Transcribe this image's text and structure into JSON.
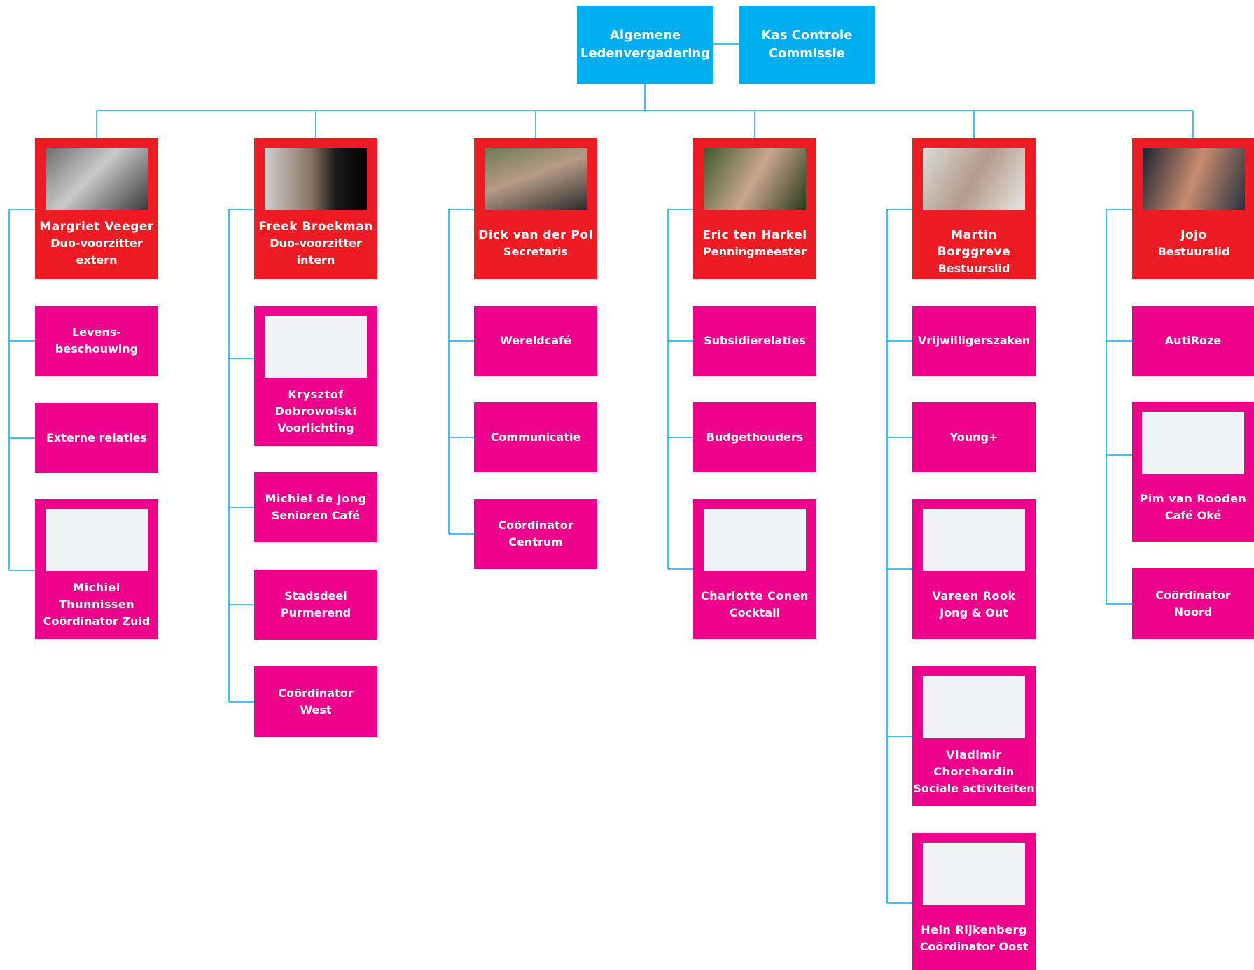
{
  "title": "organogra",
  "colors": {
    "blue": "#00aeef",
    "red": "#ed1c24",
    "pink": "#ec008c",
    "line": "#00aeef",
    "placeholder": "#f1f2f4"
  },
  "top": {
    "alv": {
      "line1": "Algemene",
      "line2": "Ledenvergadering"
    },
    "kcc": {
      "line1": "Kas Controle",
      "line2": "Commissie"
    }
  },
  "board": [
    {
      "name": "Margriet Veeger",
      "role1": "Duo-voorzitter",
      "role2": "extern"
    },
    {
      "name": "Freek Broekman",
      "role1": "Duo-voorzitter",
      "role2": "intern"
    },
    {
      "name": "Dick van der Pol",
      "role1": "Secretaris",
      "role2": ""
    },
    {
      "name": "Eric ten Harkel",
      "role1": "Penningmeester",
      "role2": ""
    },
    {
      "name": "Martin Borggreve",
      "role1": "Bestuurslid",
      "role2": ""
    },
    {
      "name": "Jojo",
      "role1": "Bestuurslid",
      "role2": ""
    }
  ],
  "col1": {
    "a": {
      "line1": "Levens-",
      "line2": "beschouwing"
    },
    "b": {
      "label": "Externe relaties"
    },
    "c": {
      "name1": "Michiel",
      "name2": "Thunnissen",
      "role": "Coördinator Zuid"
    }
  },
  "col2": {
    "a": {
      "name1": "Krysztof",
      "name2": "Dobrowolski",
      "role": "Voorlichting"
    },
    "b": {
      "name": "Michiel de Jong",
      "role": "Senioren Café"
    },
    "c": {
      "line1": "Stadsdeel",
      "line2": "Purmerend"
    },
    "d": {
      "line1": "Coördinator",
      "line2": "West"
    }
  },
  "col3": {
    "a": {
      "label": "Wereldcafé"
    },
    "b": {
      "label": "Communicatie"
    },
    "c": {
      "line1": "Coördinator",
      "line2": "Centrum"
    }
  },
  "col4": {
    "a": {
      "label": "Subsidierelaties"
    },
    "b": {
      "label": "Budgethouders"
    },
    "c": {
      "name": "Charlotte Conen",
      "role": "Cocktail"
    }
  },
  "col5": {
    "a": {
      "label": "Vrijwilligerszaken"
    },
    "b": {
      "label": "Young+"
    },
    "c": {
      "name": "Vareen Rook",
      "role": "Jong & Out"
    },
    "d": {
      "name1": "Vladimir",
      "name2": "Chorchordin",
      "role": "Sociale activiteiten"
    },
    "e": {
      "name": "Hein Rijkenberg",
      "role": "Coördinator Oost"
    }
  },
  "col6": {
    "a": {
      "label": "AutiRoze"
    },
    "b": {
      "name": "Pim van Rooden",
      "role": "Café Oké"
    },
    "c": {
      "line1": "Coördinator",
      "line2": "Noord"
    }
  }
}
